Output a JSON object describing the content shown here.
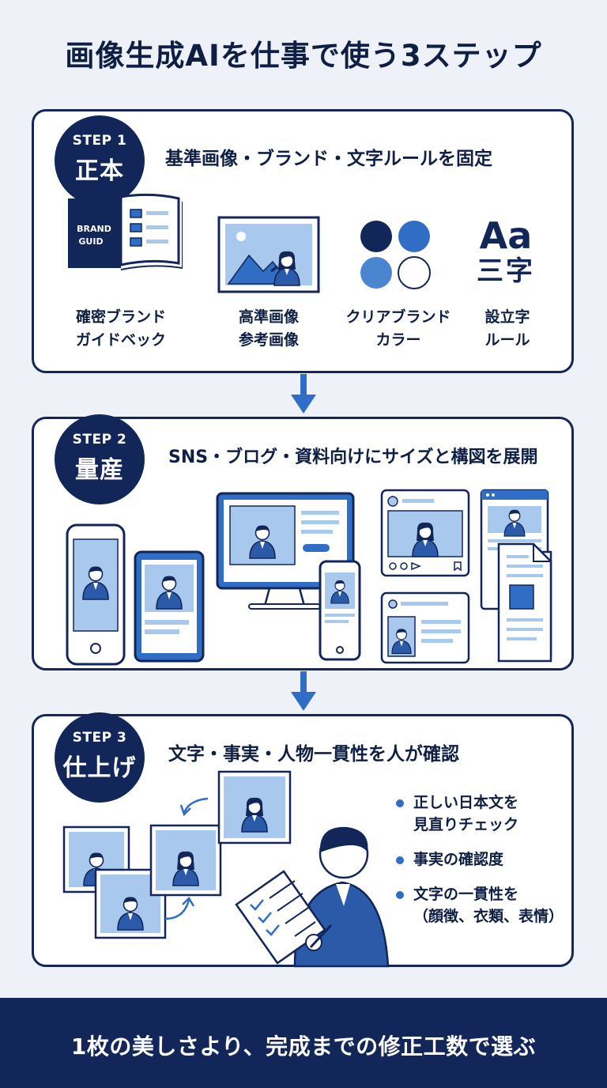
{
  "title": "画像生成AIを仕事で使う3ステップ",
  "steps": [
    {
      "step_label": "STEP 1",
      "name": "正本",
      "heading": "基準画像・ブランド・文字ルールを固定",
      "items": [
        {
          "icon": "brand-guide-book-icon",
          "cover_text": "BRAND\nGUID",
          "line1": "確密ブランド",
          "line2": "ガイドベック"
        },
        {
          "icon": "reference-image-icon",
          "line1": "高準画像",
          "line2": "参考画像"
        },
        {
          "icon": "brand-colors-icon",
          "line1": "クリアブランド",
          "line2": "カラー"
        },
        {
          "icon": "typography-icon",
          "glyph_top": "Aa",
          "glyph_bottom": "三字",
          "line1": "設立字",
          "line2": "ルール"
        }
      ]
    },
    {
      "step_label": "STEP 2",
      "name": "量産",
      "heading": "SNS・ブログ・資料向けにサイズと構図を展開"
    },
    {
      "step_label": "STEP 3",
      "name": "仕上げ",
      "heading": "文字・事実・人物一貫性を人が確認",
      "bullets": [
        {
          "line1": "正しい日本文を",
          "line2": "見直りチェック"
        },
        {
          "line1": "事実の確認度",
          "line2": ""
        },
        {
          "line1": "文字の一貫性を",
          "line2": "（顔徴、衣類、表情）"
        }
      ]
    }
  ],
  "footer": "1枚の美しさより、完成までの修正工数で選ぶ",
  "colors": {
    "navy": "#12265a",
    "blue": "#2f6ec4",
    "light_blue": "#a9c8ee",
    "background": "#eef2f8"
  }
}
